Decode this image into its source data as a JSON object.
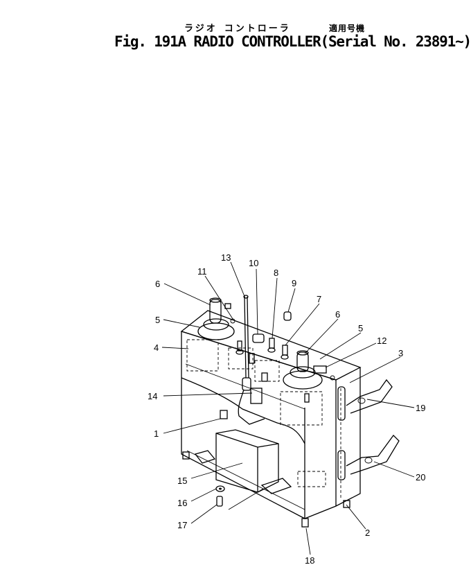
{
  "title": {
    "japanese_name": "ラジオ コントローラ",
    "japanese_name_parts": [
      "ラジオ",
      "コントローラ"
    ],
    "serial_japanese": "適用号機",
    "figure_label": "Fig. 191A RADIO CONTROLLER",
    "serial_text": "Serial No. 23891~",
    "open_paren": "(",
    "close_paren": ")"
  },
  "callouts": [
    "1",
    "2",
    "3",
    "4",
    "5",
    "5",
    "6",
    "6",
    "7",
    "8",
    "9",
    "10",
    "11",
    "12",
    "13",
    "14",
    "15",
    "16",
    "17",
    "18",
    "19",
    "20"
  ]
}
